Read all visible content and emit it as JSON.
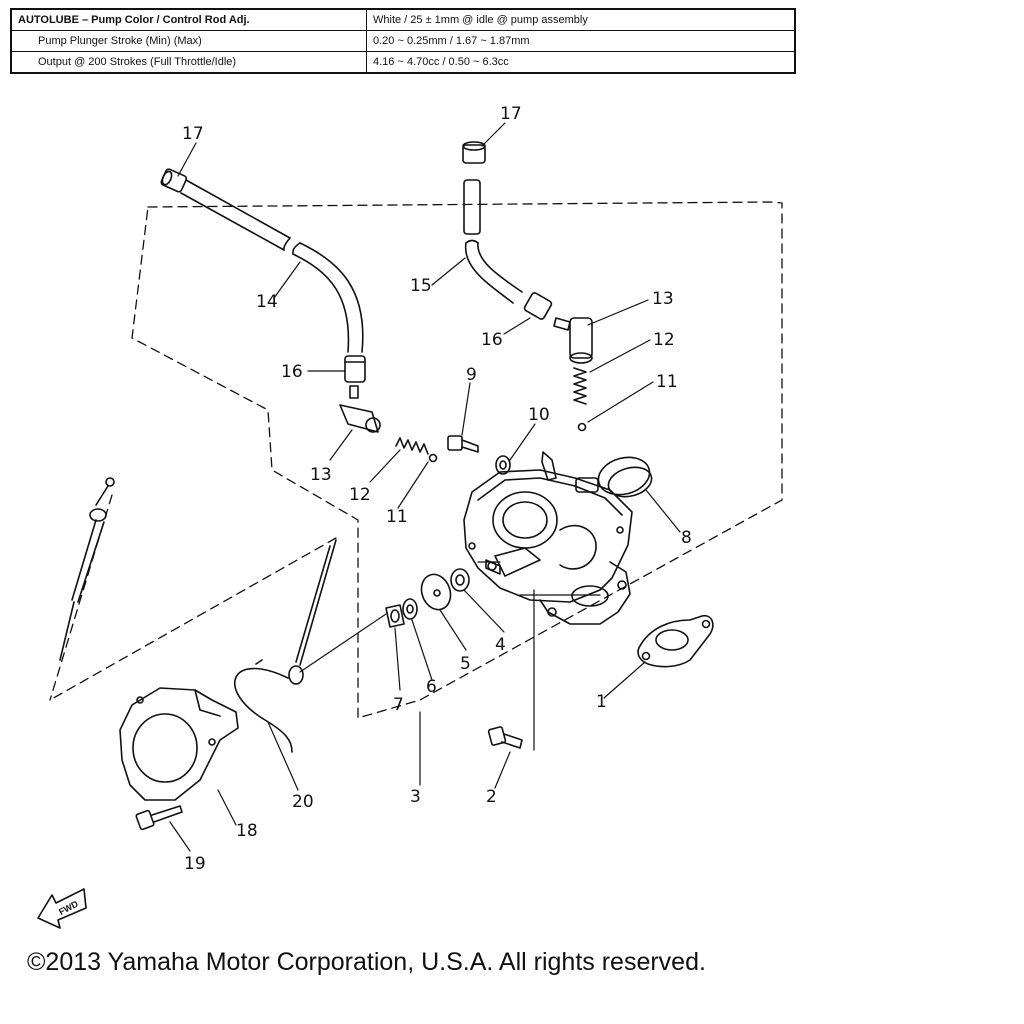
{
  "spec_table": {
    "rows": [
      {
        "param": "AUTOLUBE – Pump Color / Control Rod Adj.",
        "value": "White / 25 ± 1mm @ idle @ pump assembly"
      },
      {
        "param": "Pump Plunger Stroke (Min) (Max)",
        "value": "0.20 ~ 0.25mm / 1.67 ~ 1.87mm"
      },
      {
        "param": "Output @ 200 Strokes (Full Throttle/Idle)",
        "value": "4.16 ~ 4.70cc / 0.50 ~ 6.3cc"
      }
    ]
  },
  "callouts": {
    "p1": "1",
    "p2": "2",
    "p3": "3",
    "p4": "4",
    "p5": "5",
    "p6": "6",
    "p7": "7",
    "p8": "8",
    "p9": "9",
    "p10": "10",
    "p11a": "11",
    "p11b": "11",
    "p12a": "12",
    "p12b": "12",
    "p13a": "13",
    "p13b": "13",
    "p14": "14",
    "p15": "15",
    "p16a": "16",
    "p16b": "16",
    "p17a": "17",
    "p17b": "17",
    "p18": "18",
    "p19": "19",
    "p20": "20"
  },
  "fwd_label": "FWD",
  "copyright": "©2013 Yamaha Motor Corporation, U.S.A. All rights reserved."
}
